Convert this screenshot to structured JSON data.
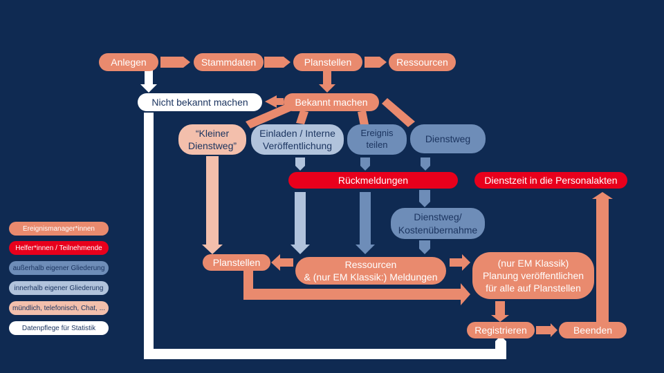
{
  "colors": {
    "background": "#0f2a52",
    "ereignismanager": "#e98a6e",
    "helfer": "#e8001c",
    "ausserhalb": "#6e8db8",
    "innerhalb": "#b1c3dc",
    "muendlich": "#f3bfac",
    "datenpflege": "#ffffff",
    "text_dark": "#1c3560"
  },
  "nodes": {
    "anlegen": "Anlegen",
    "stammdaten": "Stammdaten",
    "planstellen_top": "Planstellen",
    "ressourcen_top": "Ressourcen",
    "nicht_bekannt": "Nicht bekannt machen",
    "bekannt": "Bekannt machen",
    "kleiner_dienstweg": "“Kleiner\nDienstweg”",
    "einladen": "Einladen / Interne\nVeröffentlichung",
    "ereignis_teilen": "Ereignis\nteilen",
    "dienstweg": "Dienstweg",
    "rueckmeldungen": "Rückmeldungen",
    "dienstzeit": "Dienstzeit in die Personalakten",
    "kostenuebernahme": "Dienstweg/\nKostenübernahme",
    "planstellen_mid": "Planstellen",
    "ressourcen_meldungen": "Ressourcen\n& (nur EM Klassik:) Meldungen",
    "planung": "(nur EM Klassik)\nPlanung veröffentlichen\nfür alle auf Planstellen",
    "registrieren": "Registrieren",
    "beenden": "Beenden"
  },
  "legend": [
    {
      "label": "Ereignismanager*innen",
      "color": "#e98a6e"
    },
    {
      "label": "Helfer*innen / Teilnehmende",
      "color": "#e8001c"
    },
    {
      "label": "außerhalb eigener Gliederung",
      "color": "#6e8db8"
    },
    {
      "label": "innerhalb eigener Gliederung",
      "color": "#b1c3dc"
    },
    {
      "label": "mündlich, telefonisch, Chat, ...",
      "color": "#f3bfac"
    },
    {
      "label": "Datenpflege für Statistik",
      "color": "#ffffff"
    }
  ]
}
